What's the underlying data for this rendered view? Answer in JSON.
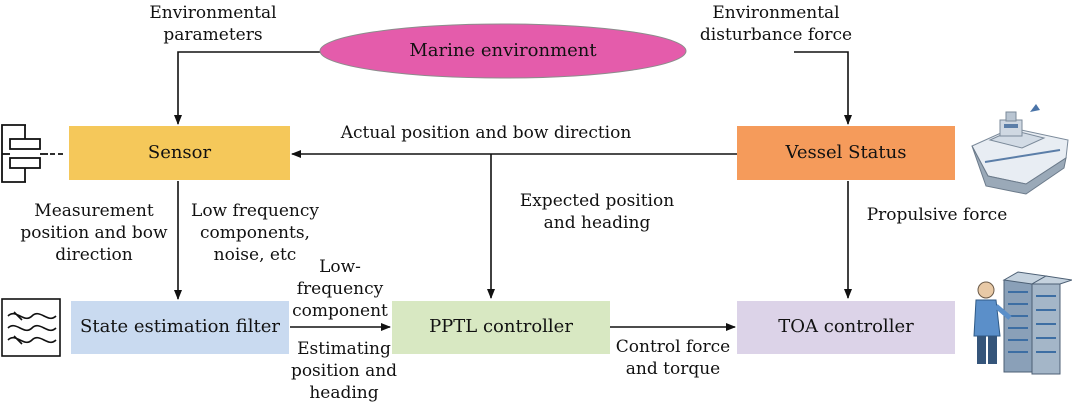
{
  "nodes": {
    "marine": {
      "label": "Marine environment",
      "color": "#e45cab"
    },
    "sensor": {
      "label": "Sensor",
      "color": "#f5c85a"
    },
    "vessel": {
      "label": "Vessel Status",
      "color": "#f59b5b"
    },
    "filter": {
      "label": "State estimation filter",
      "color": "#c9daf0"
    },
    "pptl": {
      "label": "PPTL controller",
      "color": "#d8e8c2"
    },
    "toa": {
      "label": "TOA controller",
      "color": "#dcd3e8"
    }
  },
  "edges": {
    "env_params": {
      "line1": "Environmental",
      "line2": "parameters"
    },
    "env_dist": {
      "line1": "Environmental",
      "line2": "disturbance force"
    },
    "actual": {
      "label": "Actual position and bow direction"
    },
    "expected": {
      "line1": "Expected position",
      "line2": "and heading"
    },
    "propulsive": {
      "label": "Propulsive force"
    },
    "measurement": {
      "line1": "Measurement",
      "line2": "position and bow",
      "line3": "direction"
    },
    "lowfreq_noise": {
      "line1": "Low frequency",
      "line2": "components,",
      "line3": "noise, etc"
    },
    "lowfreq_comp": {
      "line1": "Low-",
      "line2": "frequency",
      "line3": "component"
    },
    "estimating": {
      "line1": "Estimating",
      "line2": "position and",
      "line3": "heading"
    },
    "control": {
      "line1": "Control force",
      "line2": "and torque"
    }
  },
  "icons": [
    "sensor-device-icon",
    "ship-icon",
    "filter-wave-icon",
    "operator-server-icon"
  ]
}
